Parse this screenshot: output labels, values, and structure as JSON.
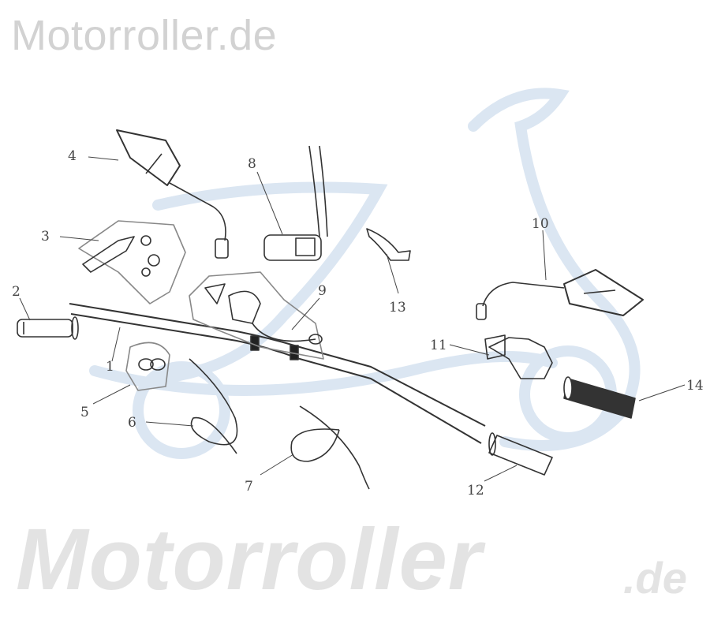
{
  "header": {
    "title": "Motorroller.de"
  },
  "watermark": {
    "main": "Motorroller",
    "suffix": ".de",
    "color": "#e3e3e3",
    "scooter_color": "#dbe6f2"
  },
  "diagram": {
    "labels": [
      "1",
      "2",
      "3",
      "4",
      "5",
      "6",
      "7",
      "8",
      "9",
      "10",
      "11",
      "12",
      "13",
      "14"
    ]
  }
}
